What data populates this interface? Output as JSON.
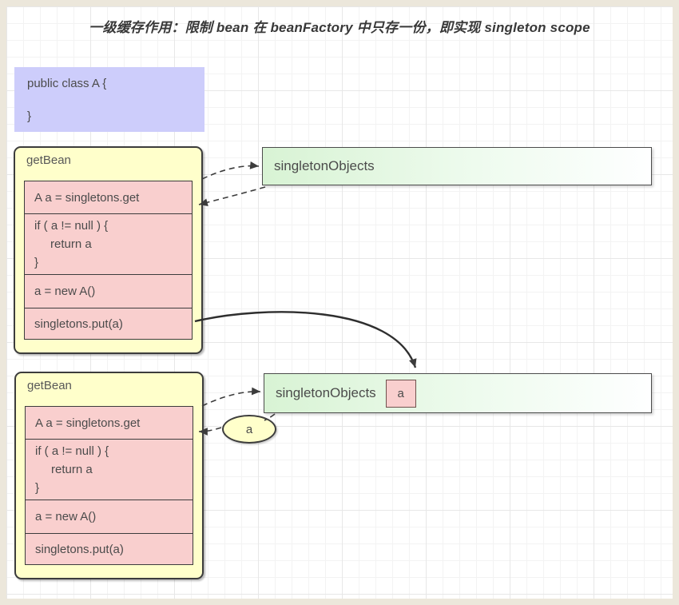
{
  "title": "一级缓存作用：限制 bean 在 beanFactory 中只存一份，即实现 singleton scope",
  "class_box": {
    "line1": "public class A {",
    "line2": "}"
  },
  "getbean1": {
    "label": "getBean",
    "rows": [
      [
        "A a = singletons.get"
      ],
      [
        "if ( a != null ) {",
        "return a",
        "}"
      ],
      [
        "a = new A()"
      ],
      [
        "singletons.put(a)"
      ]
    ]
  },
  "cache1": {
    "label": "singletonObjects",
    "entries": []
  },
  "getbean2": {
    "label": "getBean",
    "rows": [
      [
        "A a = singletons.get"
      ],
      [
        "if ( a != null ) {",
        "return a",
        "}"
      ],
      [
        "a = new A()"
      ],
      [
        "singletons.put(a)"
      ]
    ]
  },
  "cache2": {
    "label": "singletonObjects",
    "entries": [
      "a"
    ]
  },
  "return_token": {
    "label": "a"
  },
  "colors": {
    "class_box_fill": "#cdcdfb",
    "getbean_fill": "#ffffcb",
    "step_fill": "#f9cfce",
    "cache_fill_start": "#d8f3d4",
    "cache_fill_end": "#feffff",
    "border_dark": "#3c3c3c",
    "canvas_frame": "#ece7db",
    "grid_line": "#f3f3f3"
  }
}
